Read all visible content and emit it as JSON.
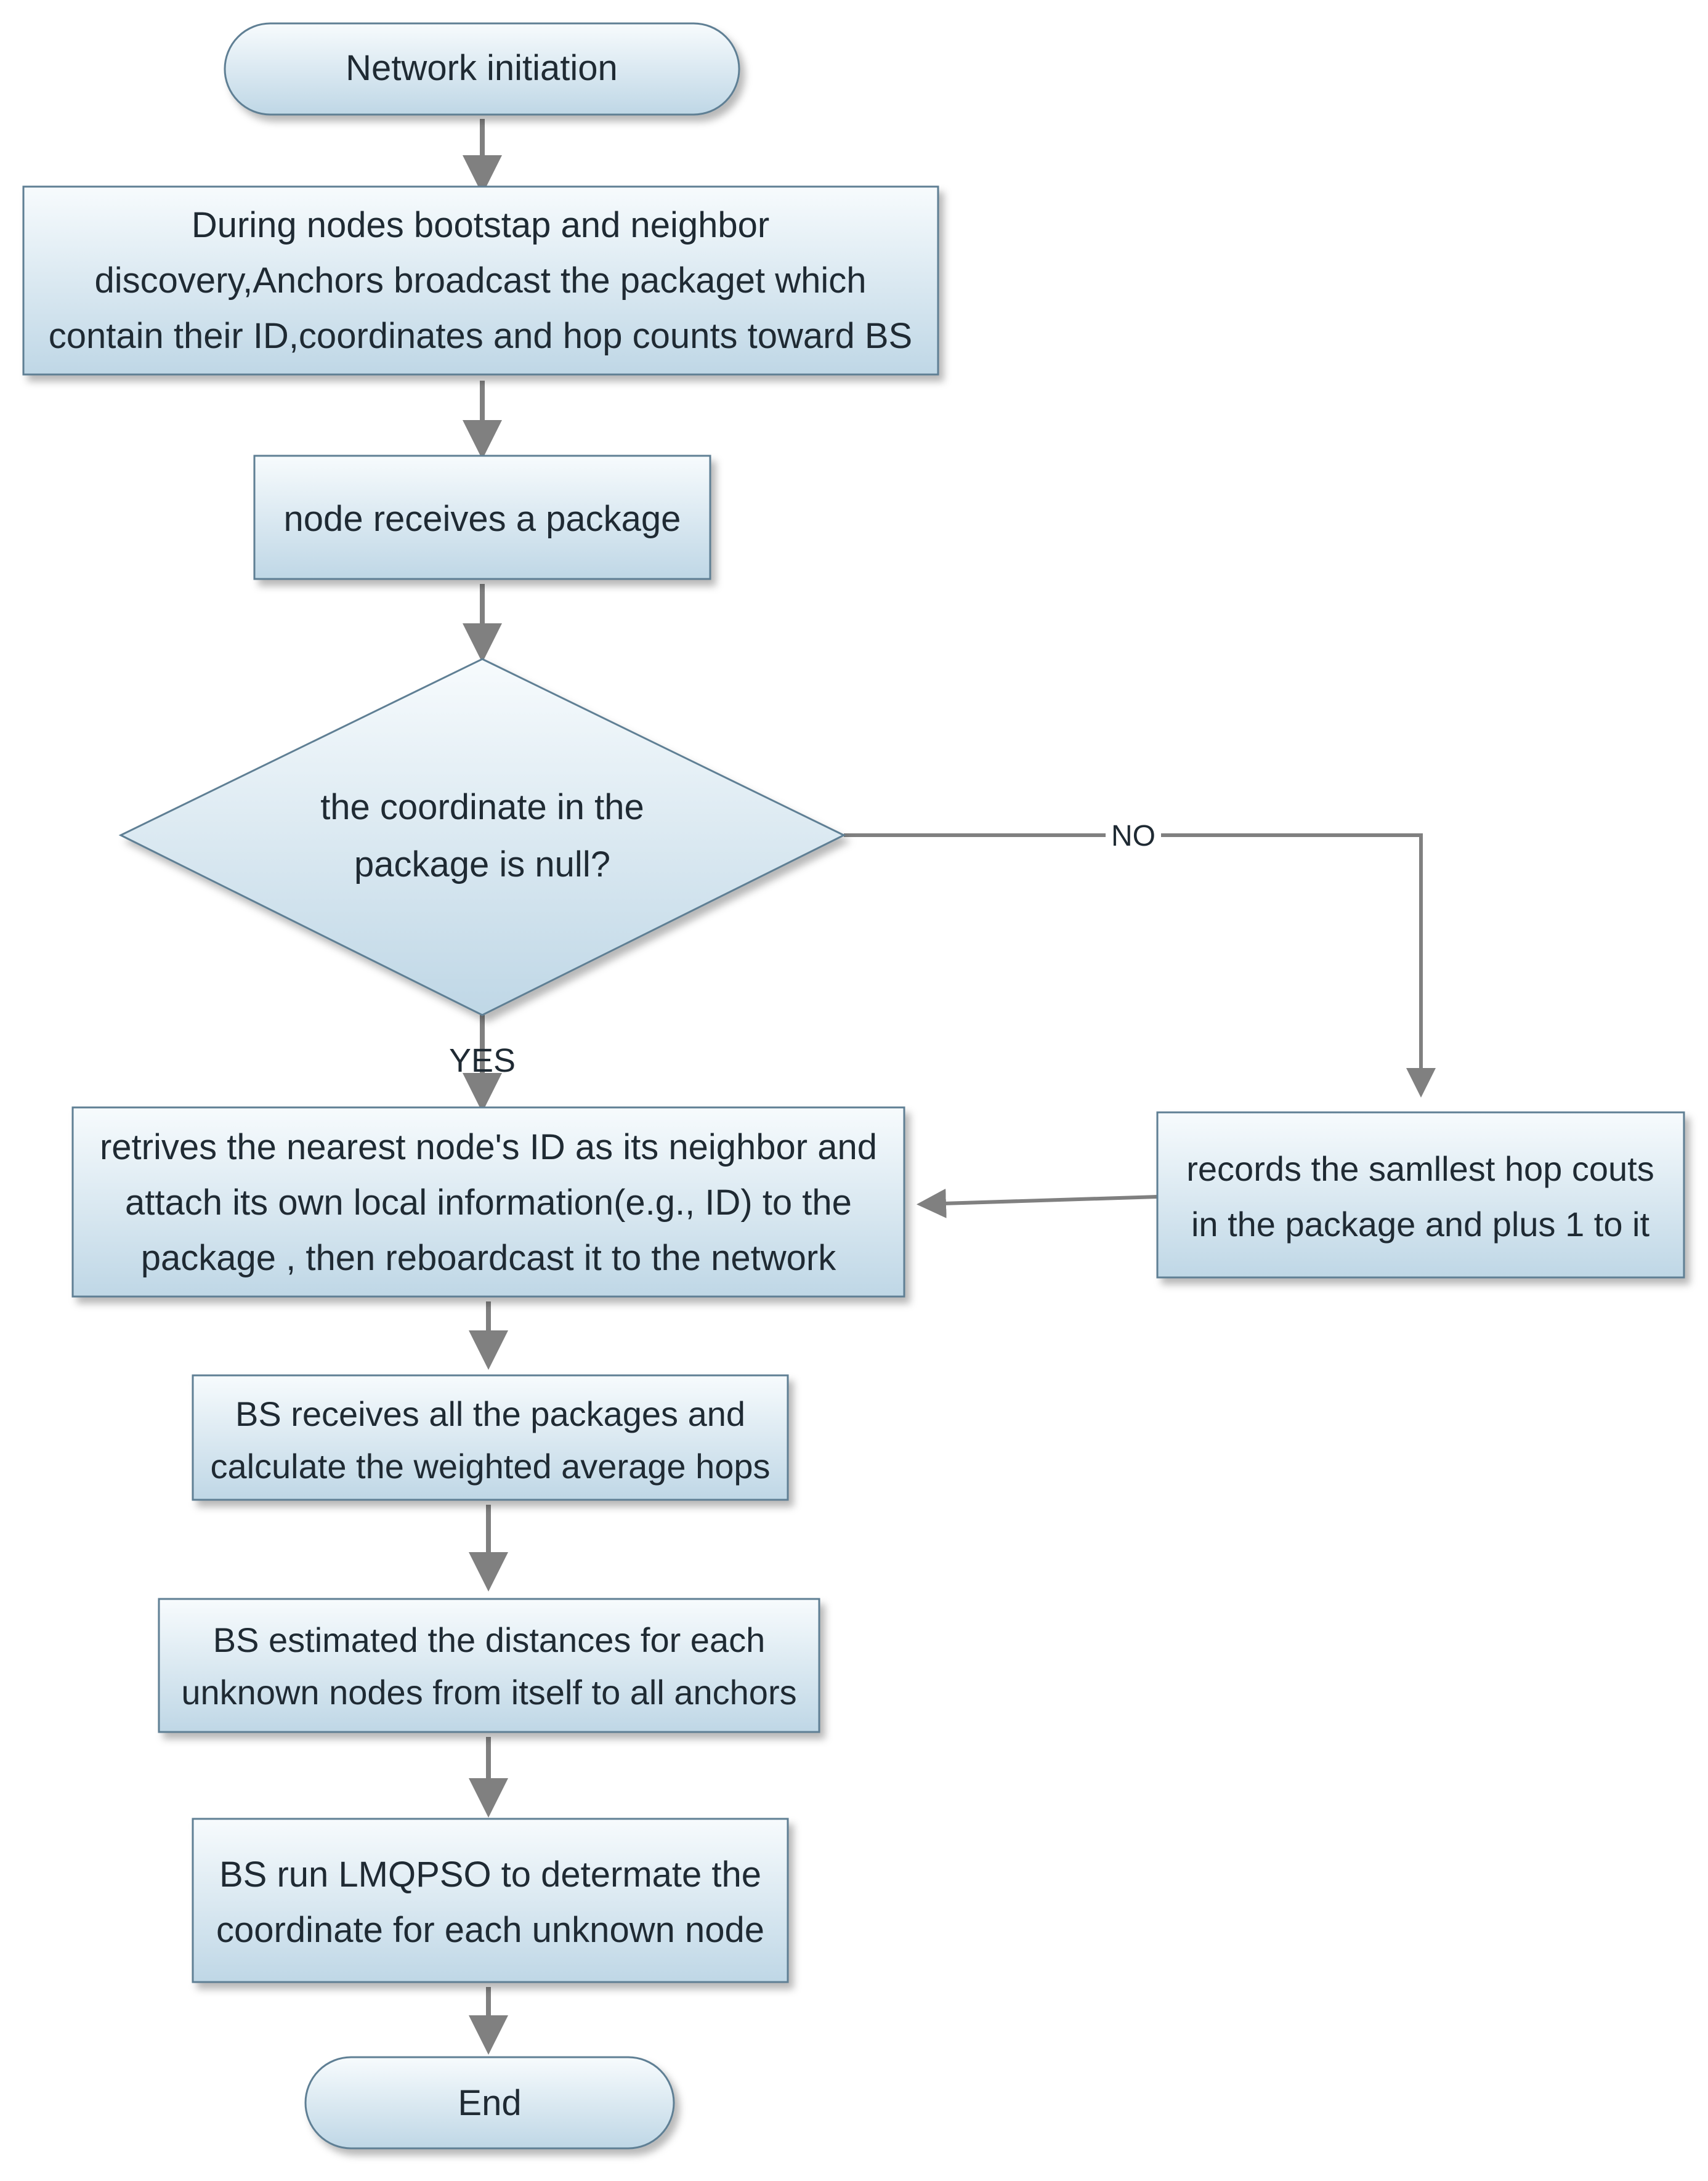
{
  "diagram": {
    "nodes": {
      "start": {
        "shape": "terminator",
        "lines": [
          "Network initiation"
        ]
      },
      "broadcast": {
        "shape": "process",
        "lines": [
          "During nodes bootstap and neighbor",
          "discovery,Anchors broadcast the packaget which",
          "contain their ID,coordinates and hop counts toward BS"
        ]
      },
      "receive": {
        "shape": "process",
        "lines": [
          "node receives a package"
        ]
      },
      "decision": {
        "shape": "decision",
        "lines": [
          "the coordinate in the",
          "package is null?"
        ]
      },
      "retrieve": {
        "shape": "process",
        "lines": [
          "retrives the nearest node's ID as its neighbor and",
          "attach its own local information(e.g., ID) to the",
          "package , then reboardcast it to the network"
        ]
      },
      "record": {
        "shape": "process",
        "lines": [
          "records the samllest hop couts",
          "in the package and plus 1 to it"
        ]
      },
      "bs_receive": {
        "shape": "process",
        "lines": [
          "BS receives all the packages and",
          "calculate the weighted average hops"
        ]
      },
      "bs_estimate": {
        "shape": "process",
        "lines": [
          "BS estimated the distances for each",
          "unknown nodes from itself to all anchors"
        ]
      },
      "bs_run": {
        "shape": "process",
        "lines": [
          "BS run LMQPSO to determate the",
          "coordinate for each unknown node"
        ]
      },
      "end": {
        "shape": "terminator",
        "lines": [
          "End"
        ]
      }
    },
    "edges": [
      {
        "from": "start",
        "to": "broadcast",
        "label": ""
      },
      {
        "from": "broadcast",
        "to": "receive",
        "label": ""
      },
      {
        "from": "receive",
        "to": "decision",
        "label": ""
      },
      {
        "from": "decision",
        "to": "retrieve",
        "label": "YES"
      },
      {
        "from": "decision",
        "to": "record",
        "label": "NO"
      },
      {
        "from": "record",
        "to": "retrieve",
        "label": ""
      },
      {
        "from": "retrieve",
        "to": "bs_receive",
        "label": ""
      },
      {
        "from": "bs_receive",
        "to": "bs_estimate",
        "label": ""
      },
      {
        "from": "bs_estimate",
        "to": "bs_run",
        "label": ""
      },
      {
        "from": "bs_run",
        "to": "end",
        "label": ""
      }
    ]
  },
  "colors": {
    "fill_top": "#f7fbfd",
    "fill_bottom": "#bfd7e6",
    "stroke": "#5f7f94",
    "arrow": "#808080",
    "text": "#1f2a33"
  }
}
